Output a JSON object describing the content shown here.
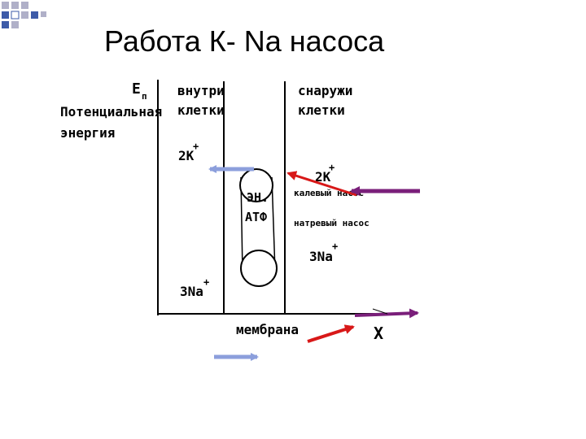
{
  "title": "Работа К- Na насоса",
  "diagram": {
    "axis_label_e": "E",
    "axis_label_e_sub": "п",
    "axis_label_energy": [
      "Потенциальная",
      "энергия"
    ],
    "inside_label": [
      "внутри",
      "клетки"
    ],
    "outside_label": [
      "снаружи",
      "клетки"
    ],
    "k_inside": "2К",
    "k_inside_sup": "+",
    "k_outside": "2К",
    "k_outside_sup": "+",
    "na_inside": "3Na",
    "na_inside_sup": "+",
    "na_outside": "3Na",
    "na_outside_sup": "+",
    "atp_label": [
      "ЭН.",
      "АТФ"
    ],
    "potassium_pump": "калевый насос",
    "sodium_pump": "натревый насос",
    "membrane": "мембрана",
    "x_axis": "X"
  },
  "colors": {
    "blue_arrow": "#8c9fdc",
    "red_arrow": "#d81818",
    "purple_arrow": "#7a1f7a",
    "corner_blue": "#3d5ba8",
    "corner_light": "#b0b0c8"
  }
}
